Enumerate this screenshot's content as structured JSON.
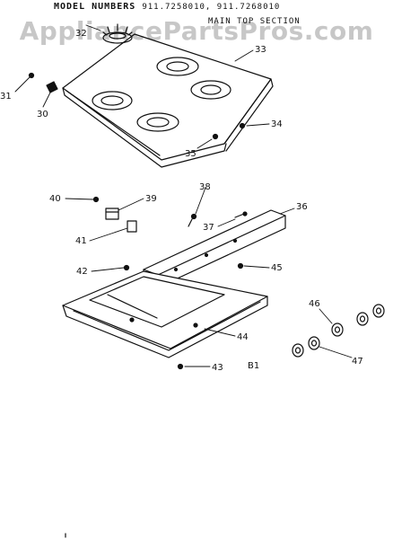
{
  "header": {
    "model_label": "MODEL NUMBERS",
    "model_numbers": "911.7258010, 911.7268010",
    "section_label": "MAIN TOP SECTION"
  },
  "watermark": "AppliancePartsPros.com",
  "callouts": {
    "c30": "30",
    "c31": "31",
    "c32": "32",
    "c33": "33",
    "c34": "34",
    "c35": "35",
    "c36": "36",
    "c37": "37",
    "c38": "38",
    "c39": "39",
    "c40": "40",
    "c41": "41",
    "c42": "42",
    "c43": "43",
    "c44": "44",
    "c45": "45",
    "c46": "46",
    "c47": "47"
  },
  "figure_label": "B1",
  "colors": {
    "ink": "#111111",
    "watermark": "#9a9a9a",
    "background": "#ffffff"
  }
}
